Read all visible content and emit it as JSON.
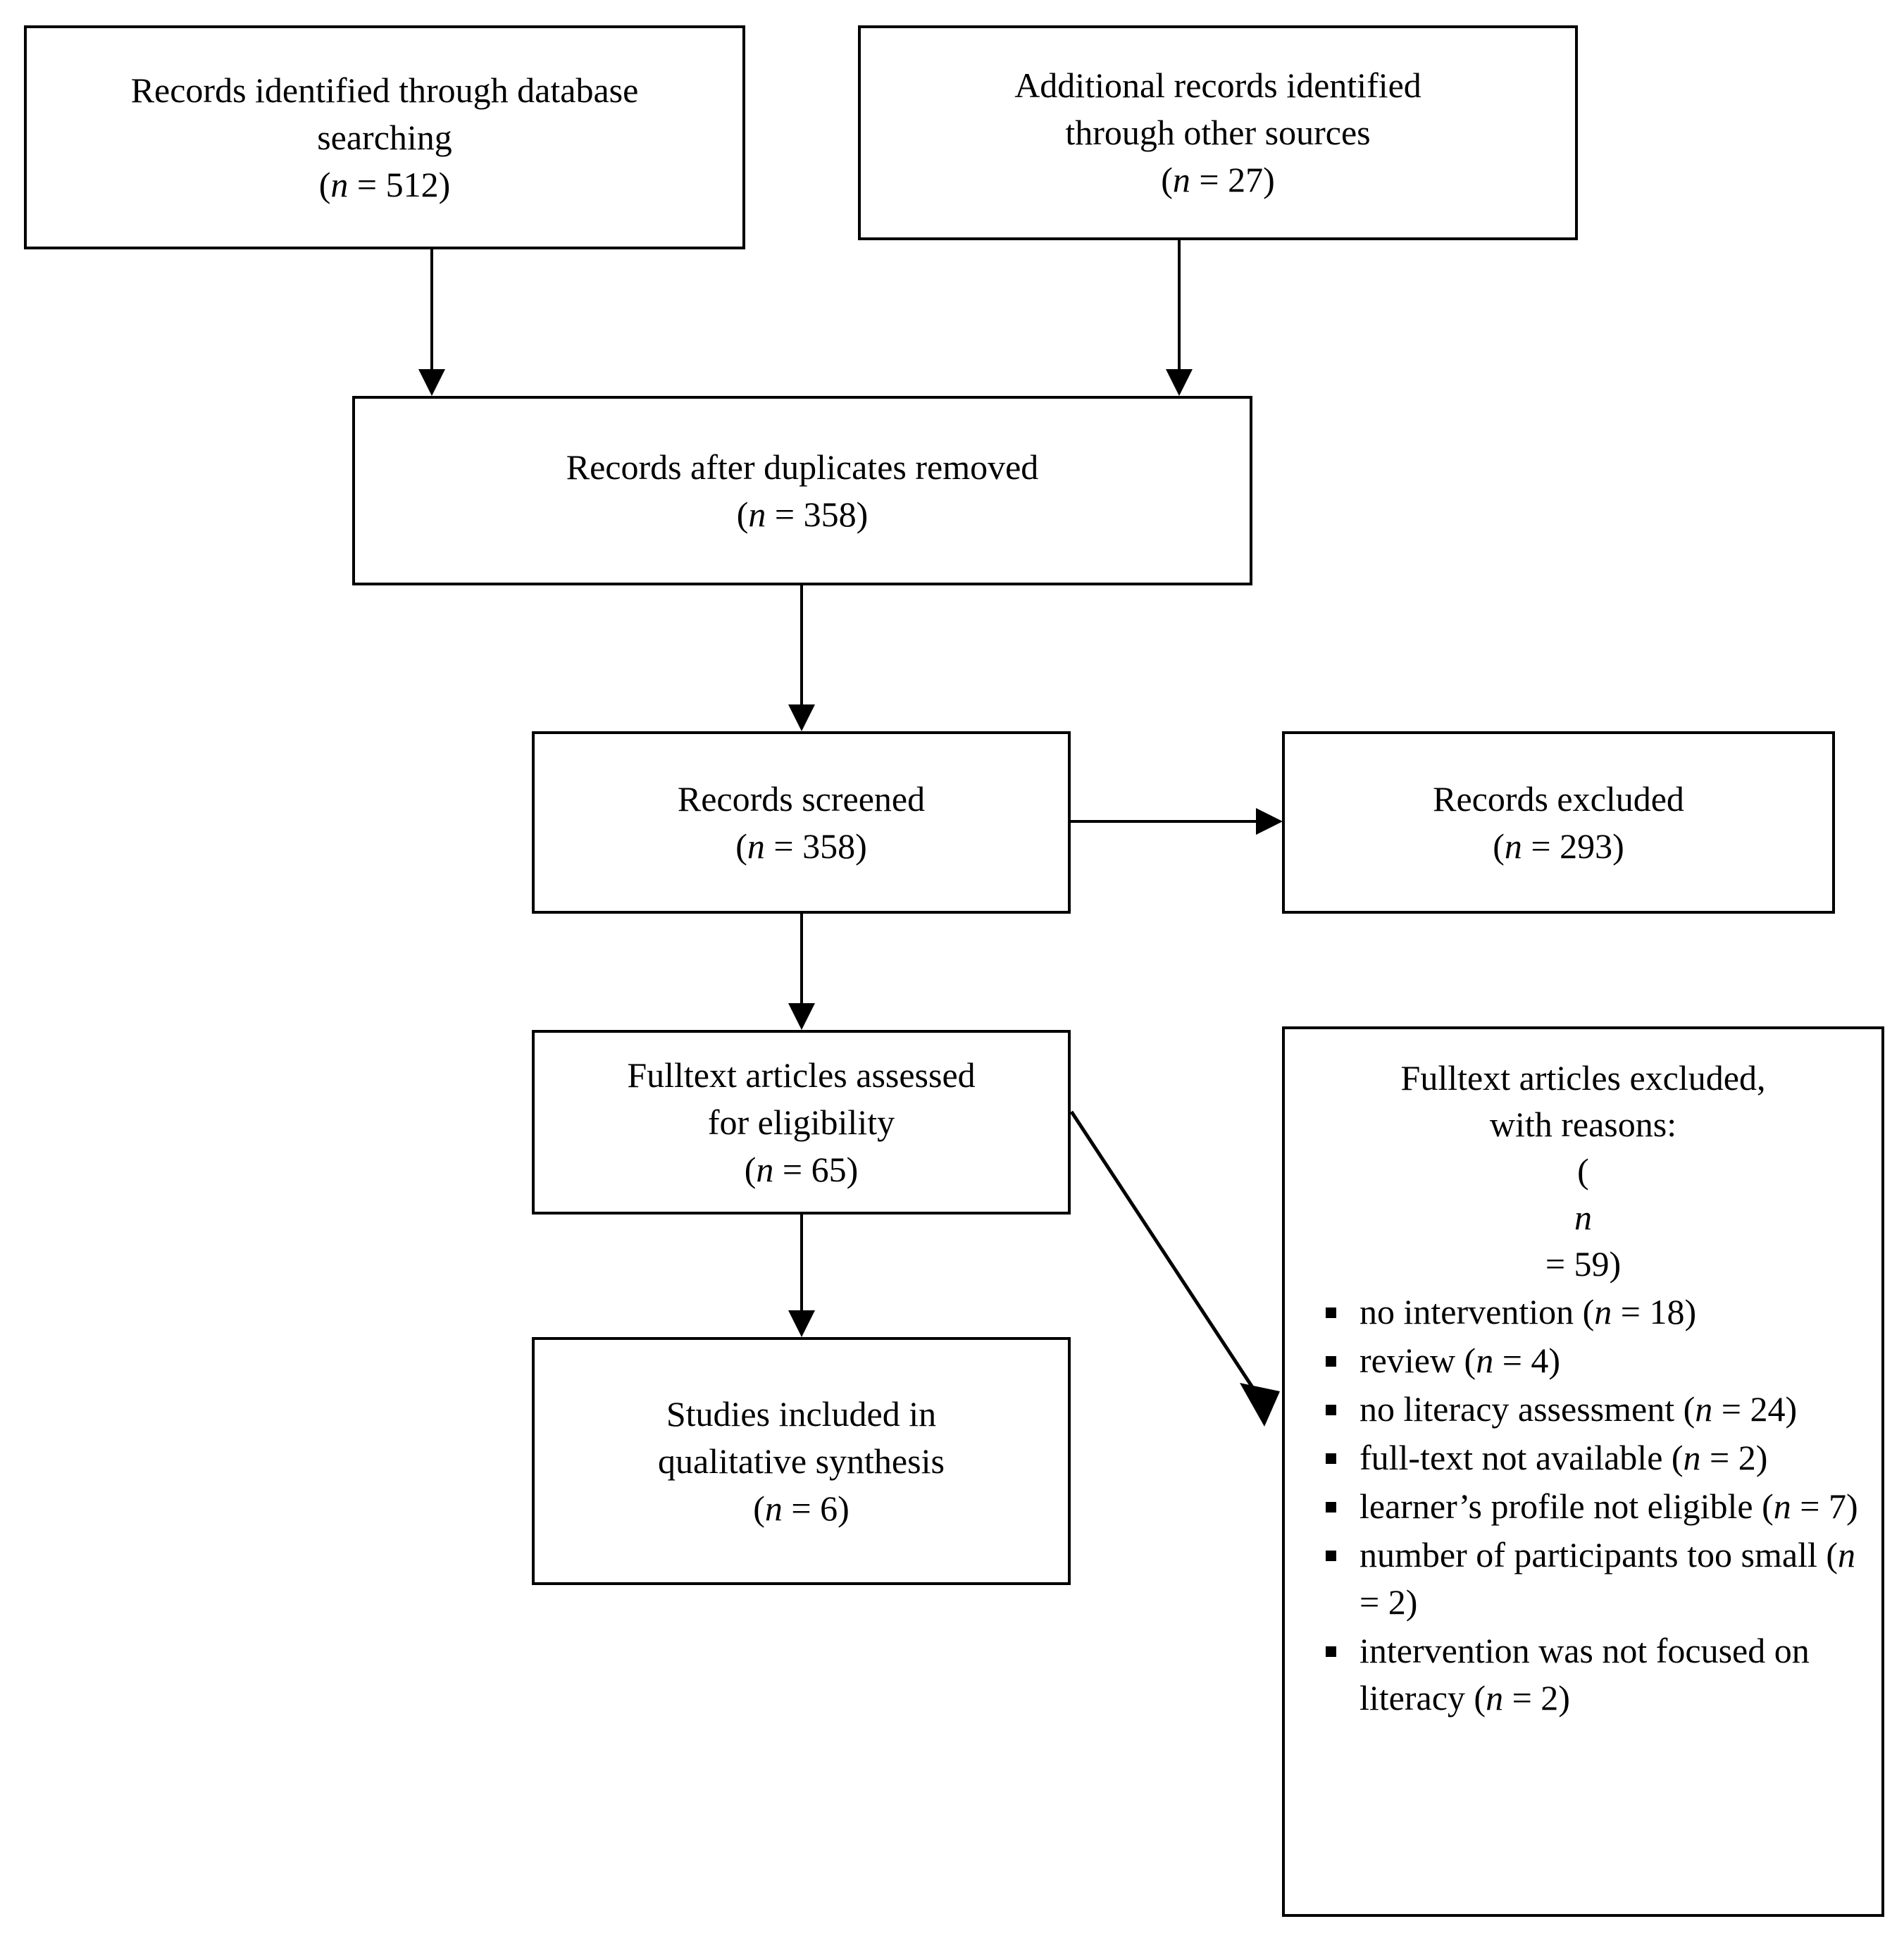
{
  "diagram": {
    "title": "PRISMA study selection flow diagram",
    "type": "flowchart",
    "line_color": "#000000",
    "background_color": "#ffffff"
  },
  "nodes": {
    "database_searching": {
      "line1": "Records identified through database",
      "line2": "searching",
      "count_open": "(",
      "count_n": "n",
      "count_eq": " = 512)",
      "count_full": "(n = 512)",
      "n_value": 512
    },
    "other_sources": {
      "line1": "Additional records identified",
      "line2": "through other sources",
      "count_full": "(n = 27)",
      "count_eq": " = 27)",
      "n_value": 27
    },
    "duplicates_removed": {
      "line1": "Records after duplicates removed",
      "count_full": "(n = 358)",
      "count_eq": " = 358)",
      "n_value": 358
    },
    "records_screened": {
      "line1": "Records screened",
      "count_full": "(n = 358)",
      "count_eq": " = 358)",
      "n_value": 358
    },
    "records_excluded": {
      "line1": "Records excluded",
      "count_full": "(n = 293)",
      "count_eq": " = 293)",
      "n_value": 293
    },
    "fulltext_assessed": {
      "line1": "Fulltext articles assessed",
      "line2": "for eligibility",
      "count_full": "(n = 65)",
      "count_eq": " = 65)",
      "n_value": 65
    },
    "studies_included": {
      "line1": "Studies included in",
      "line2": "qualitative synthesis",
      "count_full": "(n = 6)",
      "count_eq": " = 6)",
      "n_value": 6
    },
    "fulltext_excluded": {
      "line1": "Fulltext articles excluded,",
      "line2": "with reasons:",
      "count_full": "(n = 59)",
      "count_eq": " = 59)",
      "n_value": 59,
      "reasons": [
        {
          "text_before": "no intervention (",
          "n_italic": "n",
          "text_after": " = 18)",
          "label": "no intervention (n = 18)",
          "n_value": 18
        },
        {
          "text_before": "review (",
          "n_italic": "n",
          "text_after": " = 4)",
          "label": "review (n = 4)",
          "n_value": 4
        },
        {
          "text_before": "no literacy assessment (",
          "n_italic": "n",
          "text_after": " = 24)",
          "label": "no literacy assessment (n = 24)",
          "n_value": 24
        },
        {
          "text_before": "full-text not available (",
          "n_italic": "n",
          "text_after": " = 2)",
          "label": "full-text not available (n = 2)",
          "n_value": 2
        },
        {
          "text_before": "learner’s profile not eligible (",
          "n_italic": "n",
          "text_after": " = 7)",
          "label": "learner’s profile not eligible (n = 7)",
          "n_value": 7
        },
        {
          "text_before": "number of participants too small (",
          "n_italic": "n",
          "text_after": " = 2)",
          "label": "number of participants too small (n = 2)",
          "n_value": 2
        },
        {
          "text_before": "intervention was not focused on literacy (",
          "n_italic": "n",
          "text_after": " = 2)",
          "label": "intervention was not focused on literacy (n = 2)",
          "n_value": 2
        }
      ]
    }
  },
  "chart_data": {
    "type": "diagram",
    "title": "PRISMA flow diagram",
    "stages": [
      {
        "id": "database_searching",
        "label": "Records identified through database searching",
        "n": 512
      },
      {
        "id": "other_sources",
        "label": "Additional records identified through other sources",
        "n": 27
      },
      {
        "id": "duplicates_removed",
        "label": "Records after duplicates removed",
        "n": 358
      },
      {
        "id": "records_screened",
        "label": "Records screened",
        "n": 358
      },
      {
        "id": "records_excluded",
        "label": "Records excluded",
        "n": 293
      },
      {
        "id": "fulltext_assessed",
        "label": "Fulltext articles assessed for eligibility",
        "n": 65
      },
      {
        "id": "fulltext_excluded",
        "label": "Fulltext articles excluded, with reasons",
        "n": 59
      },
      {
        "id": "studies_included",
        "label": "Studies included in qualitative synthesis",
        "n": 6
      }
    ],
    "edges": [
      {
        "from": "database_searching",
        "to": "duplicates_removed"
      },
      {
        "from": "other_sources",
        "to": "duplicates_removed"
      },
      {
        "from": "duplicates_removed",
        "to": "records_screened"
      },
      {
        "from": "records_screened",
        "to": "records_excluded"
      },
      {
        "from": "records_screened",
        "to": "fulltext_assessed"
      },
      {
        "from": "fulltext_assessed",
        "to": "fulltext_excluded"
      },
      {
        "from": "fulltext_assessed",
        "to": "studies_included"
      }
    ]
  }
}
